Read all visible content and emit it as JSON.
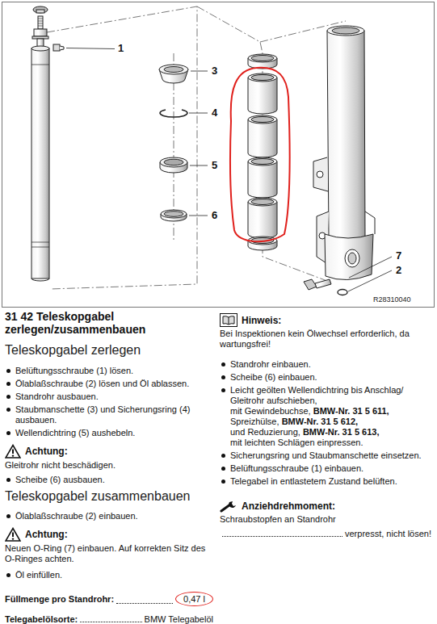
{
  "diagram": {
    "title": "31 42 Teleskopgabel zerlegen/zusammenbauen",
    "labels": [
      "1",
      "3",
      "4",
      "5",
      "6",
      "7",
      "2",
      "R28310040",
      "Teleskopgabel zerlegen",
      "Belüftungsschraube (1) lösen.",
      "Ölablaßschraube (2) lösen und Öl ablassen.",
      "Standrohr ausbauen.",
      "Staubmanschette (3) und Sicherungsring (4) ausbauen.",
      "Wellendichtring (5) aushebeln.",
      "Achtung:",
      "Gleitrohr nicht beschädigen.",
      "Scheibe (6) ausbauen.",
      "Teleskopgabel zusammenbauen",
      "Ölablaßschraube (2) einbauen.",
      "Achtung:",
      "Neuen O-Ring (7) einbauen. Auf korrekten Sitz des O-Ringes achten.",
      "Öl einfüllen.",
      "Füllmenge pro Standrohr:",
      "0,47 l",
      "Telegabelölsorte:",
      "BMW Telegabelöl",
      "Hinweis:",
      "Bei Inspektionen kein Ölwechsel erforderlich, da wartungsfrei!",
      "Standrohr einbauen.",
      "Scheibe (6) einbauen.",
      "Leicht geölten Wellendichtring bis Anschlag/ Gleitrohr aufschieben,",
      "mit Gewindebuchse,",
      "BMW-Nr. 31 5 611,",
      "Spreizhülse,",
      "BMW-Nr. 31 5 612,",
      "und Reduzierung,",
      "BMW-Nr. 31 5 613,",
      "mit leichten Schlägen einpressen.",
      "Sicherungsring und Staubmanschette einsetzen.",
      "Belüftungsschraube (1) einbauen.",
      "Telegabel in entlastetem Zustand belüften.",
      "Anziehdrehmoment:",
      "Schraubstopfen an Standrohr",
      "verpresst, nicht lösen!"
    ]
  }
}
